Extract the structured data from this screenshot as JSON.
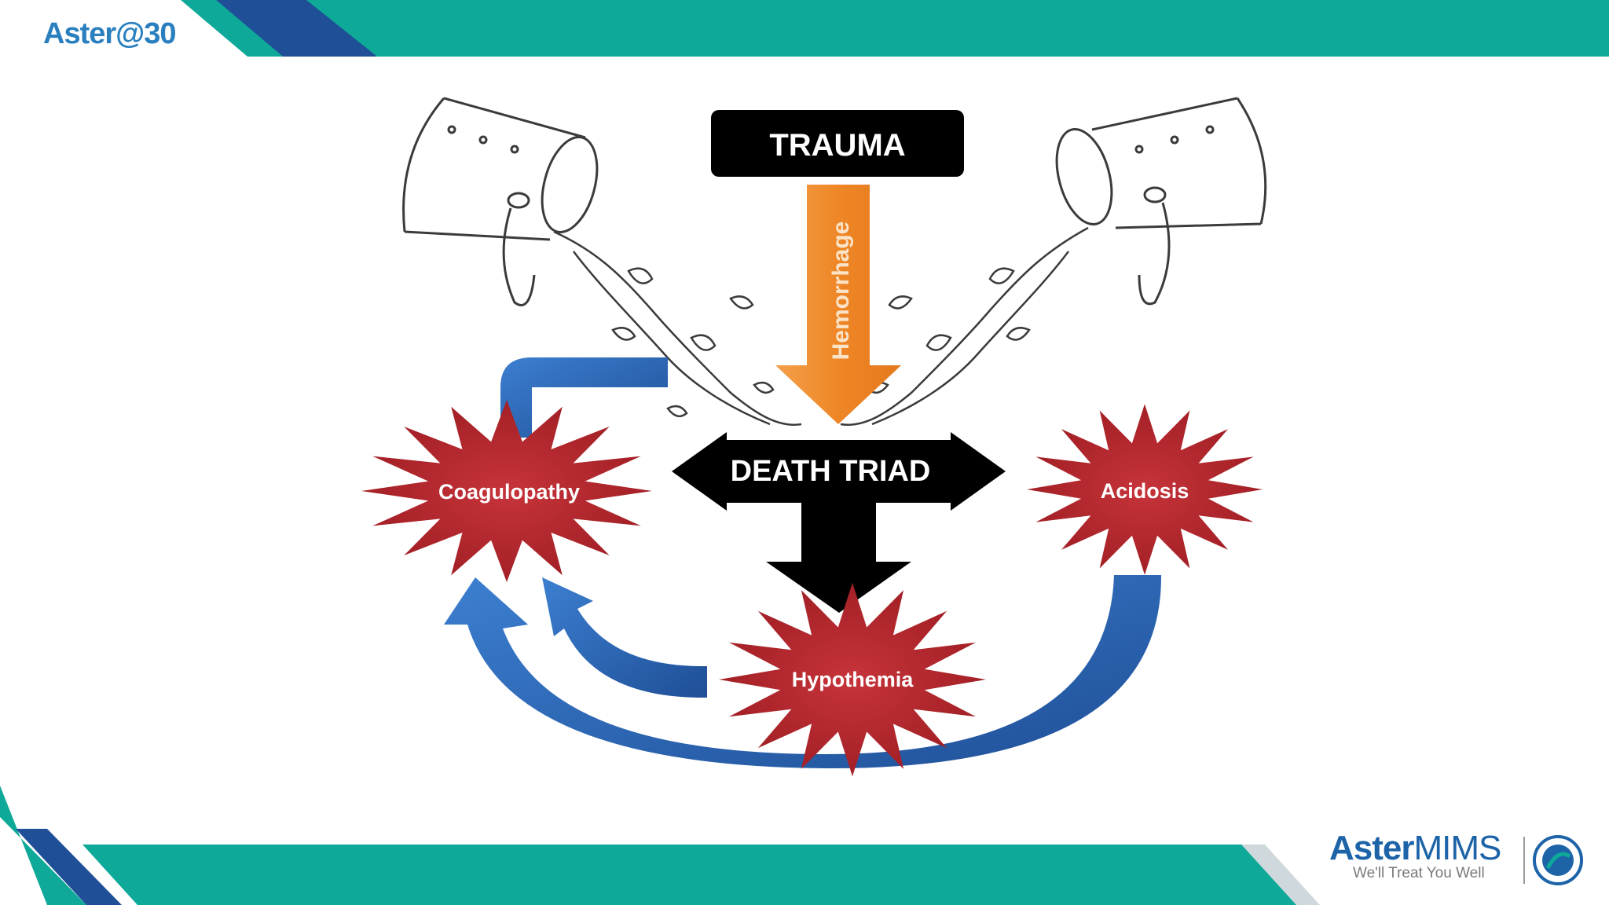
{
  "header": {
    "brand_logo_text": "Aster@30"
  },
  "diagram": {
    "trauma_label": "TRAUMA",
    "hemorrhage_label": "Hemorrhage",
    "death_triad_label": "DEATH TRIAD",
    "coagulopathy_label": "Coagulopathy",
    "acidosis_label": "Acidosis",
    "hypothermia_label": "Hypothemia"
  },
  "footer": {
    "brand_name_bold": "Aster",
    "brand_name_light": "MIMS",
    "brand_tagline": "We'll Treat You Well"
  },
  "colors": {
    "teal": "#0ea999",
    "navy": "#1f4f97",
    "orange": "#ef8a2c",
    "red": "#b3262a",
    "blue_arrow": "#2f6fc0",
    "black": "#000000"
  }
}
